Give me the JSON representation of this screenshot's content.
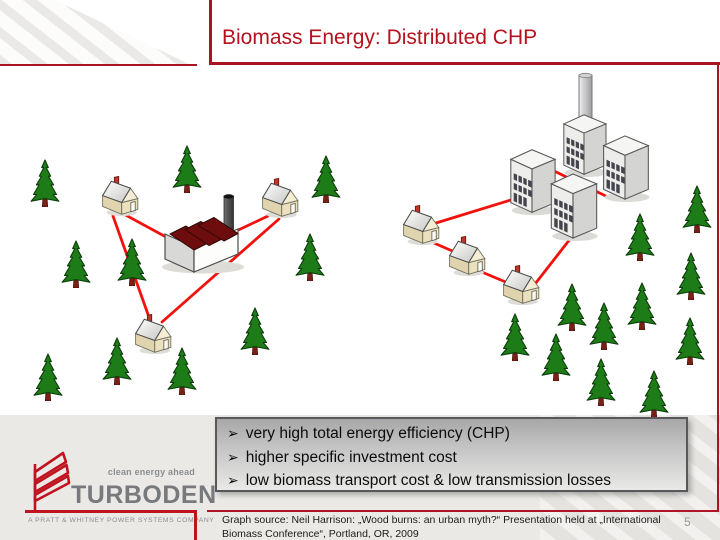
{
  "header": {
    "title": "Biomass Energy: Distributed CHP"
  },
  "benefits_box": {
    "bullet_char": "➢",
    "items": [
      "very high total energy efficiency (CHP)",
      "higher specific investment cost",
      "low biomass transport cost & low transmission losses"
    ]
  },
  "footer": {
    "logo": {
      "tagline": "clean energy ahead",
      "brand": "TURBODEN",
      "company_line": "A PRATT & WHITNEY POWER SYSTEMS COMPANY"
    },
    "source_line1": "Graph source: Neil Harrison: „Wood burns: an urban myth?“ Presentation held at „International",
    "source_line2": "Biomass Conference“, Portland, OR, 2009",
    "page_number": "5"
  },
  "icons": {
    "tree": "pine-tree",
    "house": "house",
    "factory": "wood-chp-plant",
    "building": "apartment-building",
    "chimney": "smokestack"
  },
  "colors": {
    "title_red": "#b5121d",
    "rule_red": "#a81520",
    "network_line_red": "#f2120d",
    "tree_green": "#1d7c17",
    "factory_roof_maroon": "#6e0d0d",
    "footer_background": "#eae9e6",
    "logo_red": "#c0121f",
    "logo_gray": "#77797d"
  }
}
